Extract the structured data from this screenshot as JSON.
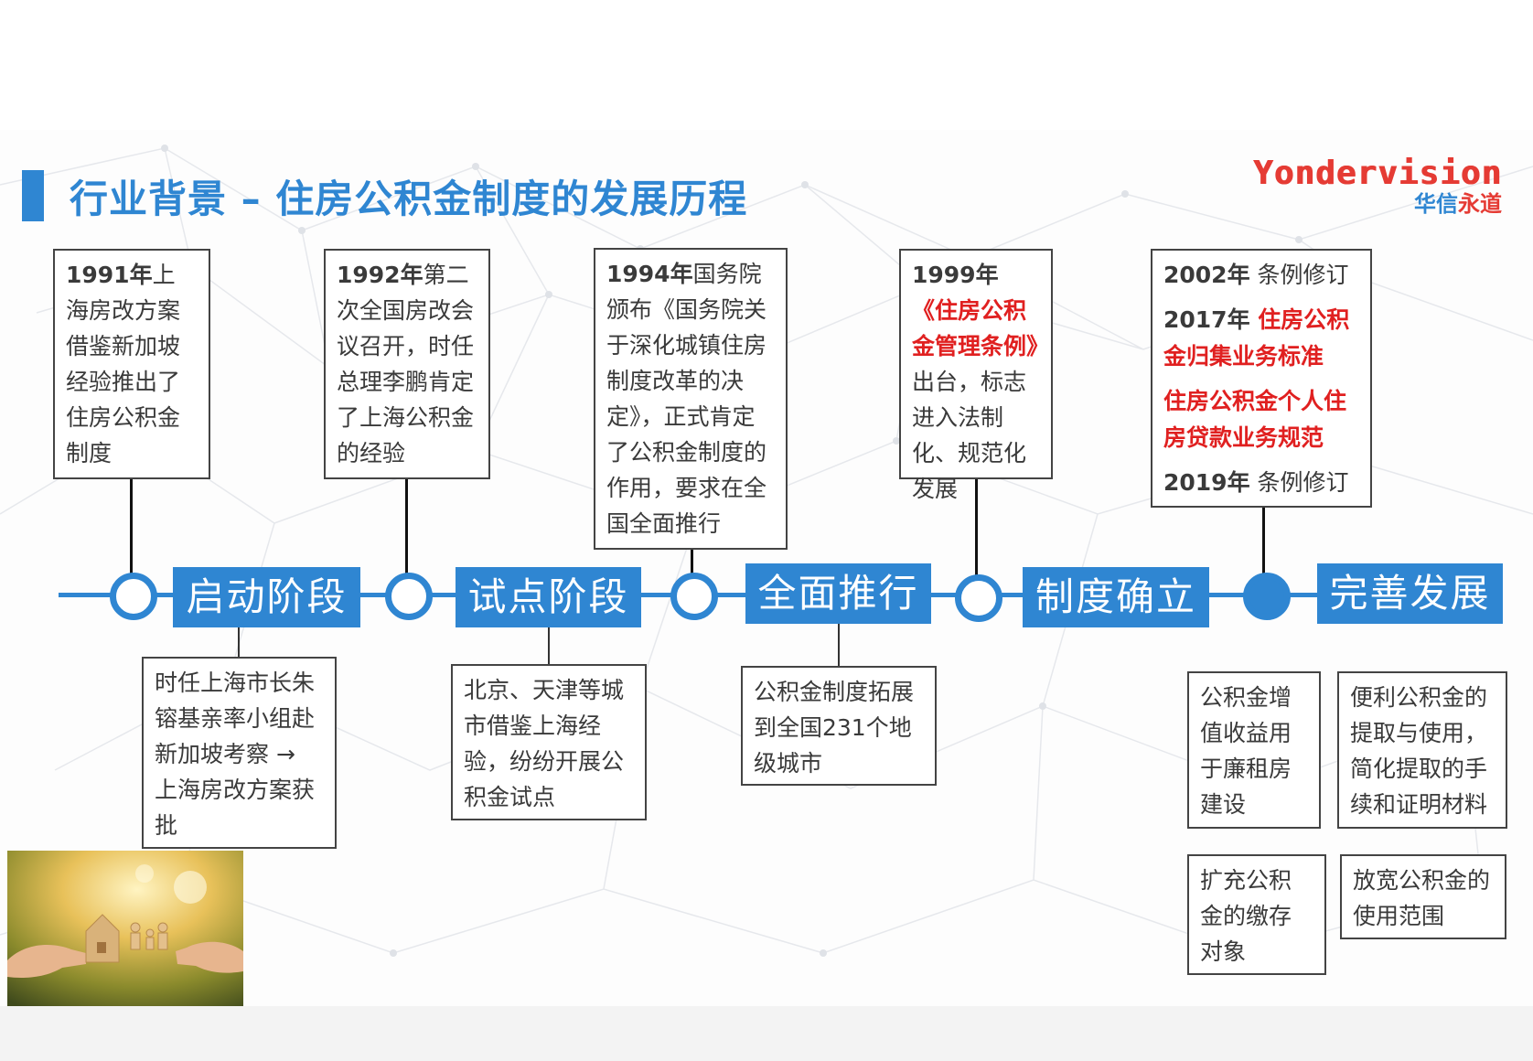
{
  "header": {
    "title": "行业背景 – 住房公积金制度的发展历程",
    "logo_en": "Yondervision",
    "logo_cn_a": "华信",
    "logo_cn_b": "永道"
  },
  "stages": [
    {
      "label": "启动阶段"
    },
    {
      "label": "试点阶段"
    },
    {
      "label": "全面推行"
    },
    {
      "label": "制度确立"
    },
    {
      "label": "完善发展"
    }
  ],
  "top_boxes": {
    "b1991": {
      "year": "1991年",
      "text": "上海房改方案借鉴新加坡经验推出了住房公积金制度"
    },
    "b1992": {
      "year": "1992年",
      "text": "第二次全国房改会议召开，时任总理李鹏肯定了上海公积金的经验"
    },
    "b1994": {
      "year": "1994年",
      "text": "国务院颁布《国务院关于深化城镇住房制度改革的决定》，正式肯定了公积金制度的作用，要求在全国全面推行"
    },
    "b1999": {
      "year": "1999年",
      "highlight": "《住房公积金管理条例》",
      "text": "出台，标志进入法制化、规范化发展"
    },
    "b2002": {
      "y2002": "2002年",
      "t2002": " 条例修订",
      "y2017": "2017年",
      "t2017": " 住房公积金归集业务标准",
      "t2017b": "住房公积金个人住房贷款业务规范",
      "y2019": "2019年",
      "t2019": " 条例修订"
    }
  },
  "bottom_boxes": {
    "shanghai": "时任上海市长朱镕基亲率小组赴新加坡考察 → 上海房改方案获批",
    "pilot": "北京、天津等城市借鉴上海经验，纷纷开展公积金试点",
    "nation": "公积金制度拓展到全国231个地级城市",
    "p1": "公积金增值收益用于廉租房建设",
    "p2": "便利公积金的提取与使用，简化提取的手续和证明材料",
    "p3": "扩充公积金的缴存对象",
    "p4": "放宽公积金的使用范围"
  },
  "colors": {
    "accent": "#2f86d2",
    "highlight": "#e02020",
    "logo_red": "#e53b34"
  }
}
